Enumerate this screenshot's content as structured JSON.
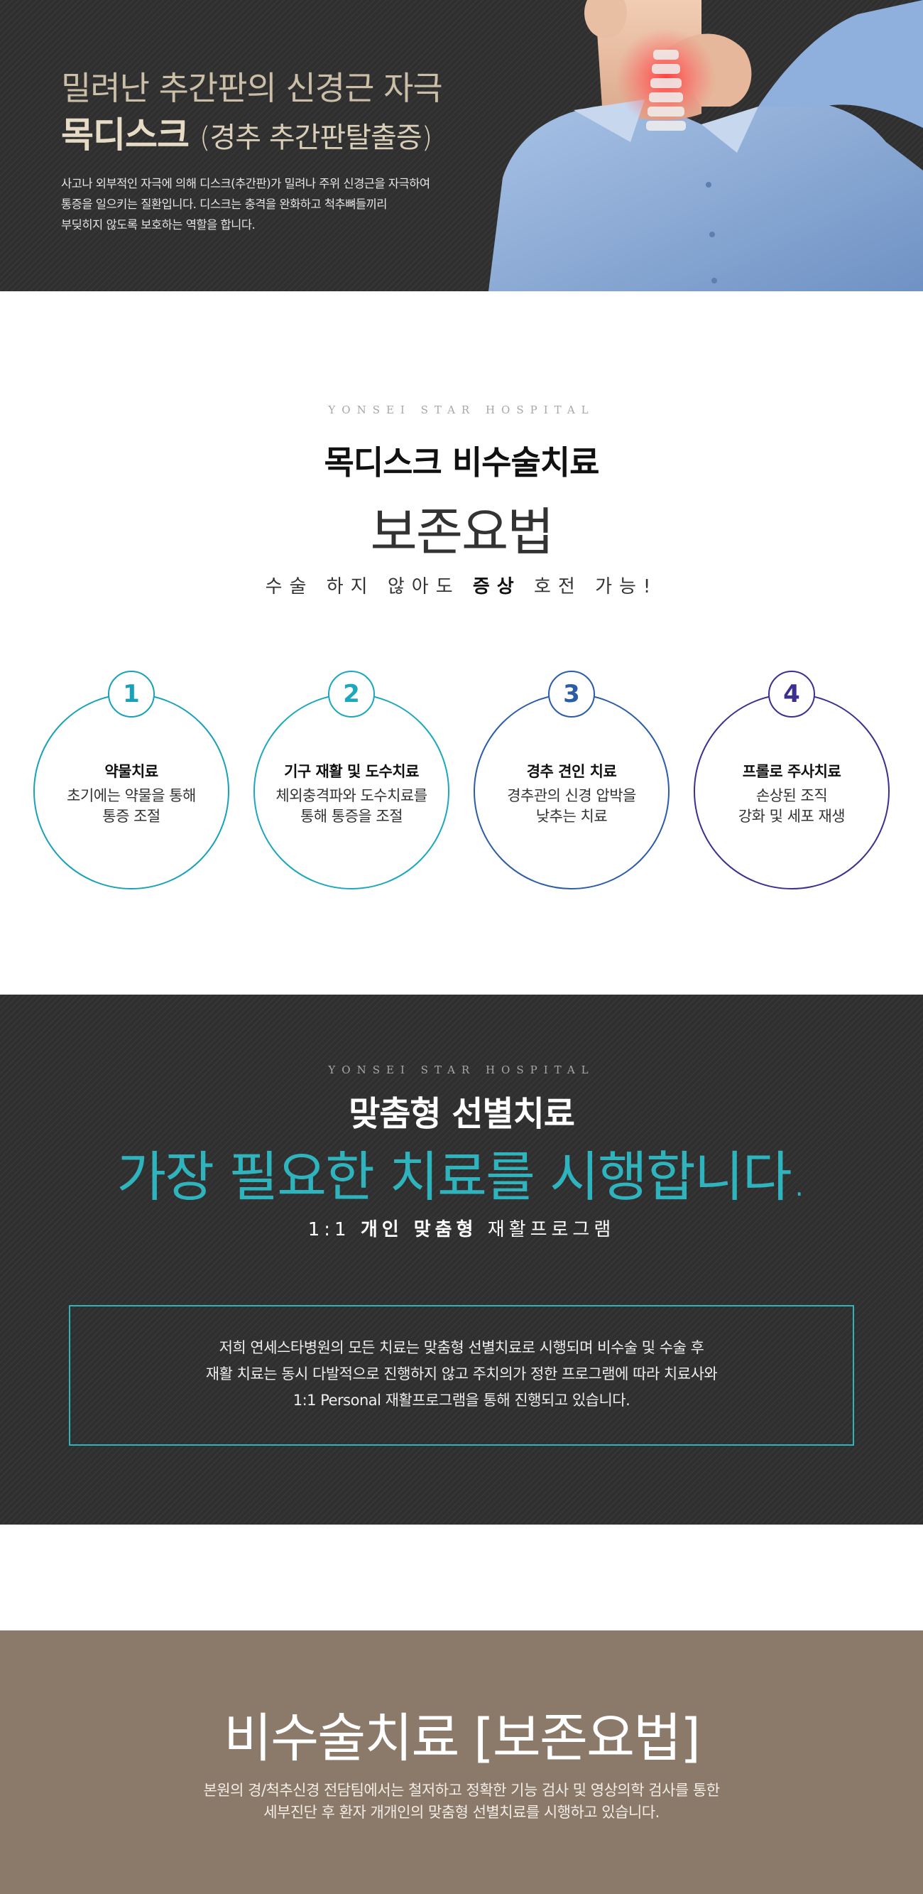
{
  "hero": {
    "subtitle": "밀려난 추간판의 신경근 자극",
    "title_bold": "목디스크",
    "title_paren": "(경추 추간판탈출증)",
    "desc_lines": [
      "사고나 외부적인 자극에 의해 디스크(추간판)가 밀려나 주위 신경근을 자극하여",
      "통증을 일으키는 질환입니다. 디스크는 충격을 완화하고 척추뼈들끼리",
      "부딪히지 않도록 보호하는 역할을 합니다."
    ]
  },
  "treatment": {
    "brand": "YONSEI STAR HOSPITAL",
    "title": "목디스크 비수술치료",
    "big": "보존요법",
    "tag_pre": "수술 하지 않아도 ",
    "tag_bold": "증상",
    "tag_post": " 호전 가능!",
    "steps": [
      {
        "num": "1",
        "label": "약물치료",
        "desc": [
          "초기에는 약물을 통해",
          "통증 조절"
        ],
        "color": "#17a2b8"
      },
      {
        "num": "2",
        "label": "기구 재활 및 도수치료",
        "desc": [
          "체외충격파와 도수치료를",
          "통해 통증을 조절"
        ],
        "color": "#1ba7bd"
      },
      {
        "num": "3",
        "label": "경추 견인 치료",
        "desc": [
          "경추관의 신경 압박을",
          "낮추는 치료"
        ],
        "color": "#2a5ca8"
      },
      {
        "num": "4",
        "label": "프롤로 주사치료",
        "desc": [
          "손상된 조직",
          "강화 및 세포 재생"
        ],
        "color": "#3b2f8f"
      }
    ]
  },
  "custom": {
    "brand": "YONSEI STAR HOSPITAL",
    "title": "맞춤형 선별치료",
    "big": "가장 필요한 치료를 시행합니다.",
    "tag_pre": "1:1 ",
    "tag_bold": "개인 맞춤형",
    "tag_post": " 재활프로그램",
    "box_lines": [
      "저희 연세스타병원의 모든 치료는 맞춤형 선별치료로 시행되며 비수술 및 수술 후",
      "재활 치료는 동시 다발적으로 진행하지 않고 주치의가 정한 프로그램에 따라 치료사와",
      "1:1 Personal 재활프로그램을 통해 진행되고 있습니다."
    ],
    "accent": "#2fb3bd"
  },
  "bottom": {
    "title_thin": "비수술치료 ",
    "title_bold": "[보존요법]",
    "desc_lines": [
      "본원의 경/척추신경 전담팀에서는 철저하고 정확한 기능 검사 및 영상의학 검사를 통한",
      "세부진단 후 환자 개개인의 맞춤형 선별치료를 시행하고 있습니다."
    ],
    "bg": "#8b7a6a"
  }
}
